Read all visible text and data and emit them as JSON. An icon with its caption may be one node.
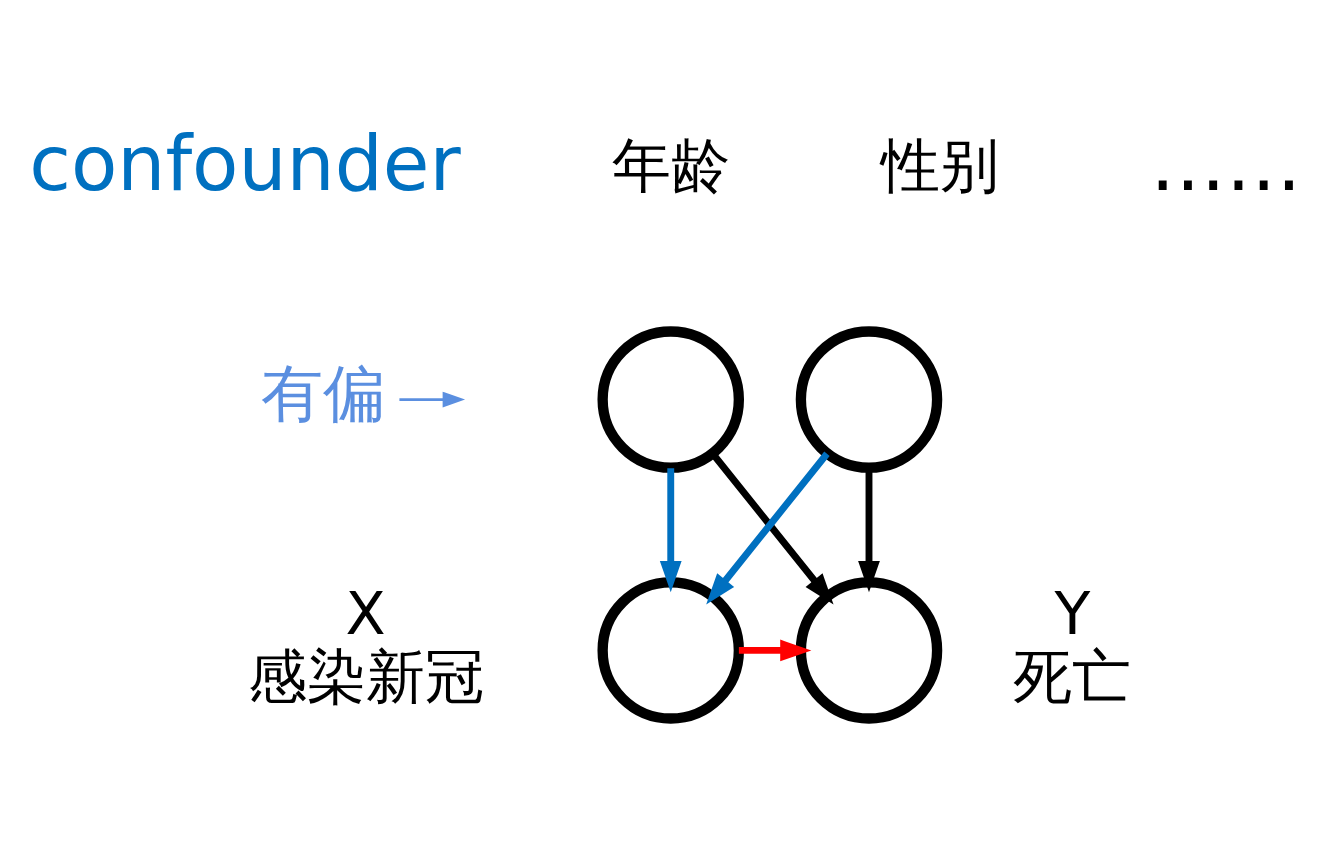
{
  "diagram": {
    "nodes": [
      {
        "text": [],
        "shape": "circle",
        "beside": [
          "年龄"
        ]
      },
      {
        "text": [],
        "shape": "circle",
        "beside": [
          "性别"
        ]
      },
      {
        "text": [],
        "shape": "circle",
        "beside": [
          "X",
          "感染新冠"
        ]
      },
      {
        "text": [],
        "shape": "circle",
        "beside": [
          "Y",
          "死亡"
        ]
      },
      {
        "text": [
          "有偏"
        ]
      }
    ],
    "edges": [
      {
        "from": 0,
        "to": 2,
        "arrow": "to",
        "color": "#0070c0"
      },
      {
        "from": 0,
        "to": 3,
        "arrow": "to",
        "color": "#000000"
      },
      {
        "from": 1,
        "to": 2,
        "arrow": "to",
        "color": "#0070c0"
      },
      {
        "from": 1,
        "to": 3,
        "arrow": "to",
        "color": "#000000"
      },
      {
        "from": 2,
        "to": 3,
        "arrow": "to",
        "color": "#ff0000"
      },
      {
        "from": 4,
        "to": null,
        "arrow": "to",
        "color": "#5b8fe0"
      }
    ],
    "labels": [
      "confounder",
      "……"
    ]
  }
}
